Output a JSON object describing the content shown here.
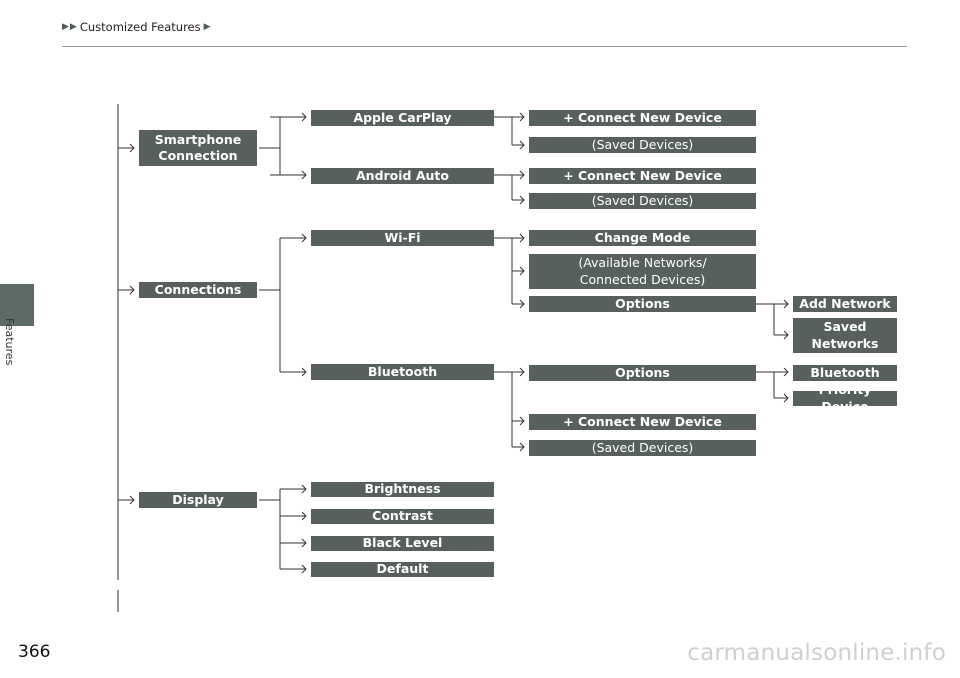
{
  "breadcrumb": {
    "section": "Customized Features"
  },
  "side_tab": {
    "label": "Features"
  },
  "page_number": "366",
  "watermark": "carmanualsonline.info",
  "tree": {
    "level1": {
      "smartphone": "Smartphone\nConnection",
      "connections": "Connections",
      "display": "Display"
    },
    "smartphone": {
      "carplay": "Apple CarPlay",
      "carplay_connect": "+ Connect New Device",
      "carplay_saved": "(Saved Devices)",
      "android": "Android Auto",
      "android_connect": "+ Connect New Device",
      "android_saved": "(Saved Devices)"
    },
    "connections": {
      "wifi": "Wi-Fi",
      "wifi_change_mode": "Change Mode",
      "wifi_networks": "(Available Networks/\nConnected Devices)",
      "wifi_options": "Options",
      "wifi_add_network": "Add Network",
      "wifi_saved_networks": "Saved\nNetworks",
      "bluetooth": "Bluetooth",
      "bt_options": "Options",
      "bt_options_bluetooth": "Bluetooth",
      "bt_priority": "Priority Device",
      "bt_connect": "+ Connect New Device",
      "bt_saved": "(Saved Devices)"
    },
    "display": {
      "brightness": "Brightness",
      "contrast": "Contrast",
      "black_level": "Black Level",
      "default": "Default"
    }
  }
}
